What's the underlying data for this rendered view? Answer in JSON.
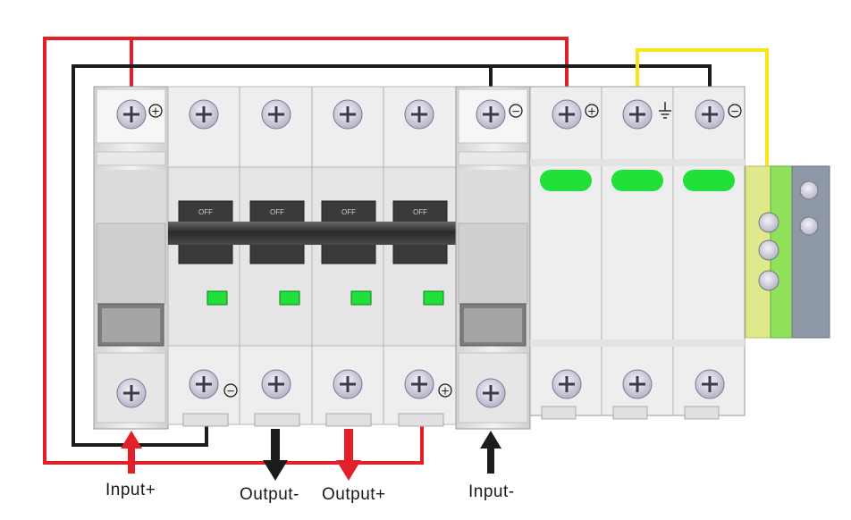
{
  "labels": {
    "input_plus": "Input+",
    "output_minus": "Output-",
    "output_plus": "Output+",
    "input_minus": "Input-"
  },
  "switch_text": "OFF",
  "symbols": {
    "plus": "+",
    "minus": "−"
  },
  "colors": {
    "positive_wire": "#e3202a",
    "negative_wire": "#1c1c1c",
    "ground_wire": "#f7e51b",
    "indicator": "#22e03a",
    "ground_rail_yellow": "#dfe88a",
    "ground_rail_green": "#8fe05a",
    "ground_rail_grey": "#8e98a6"
  }
}
